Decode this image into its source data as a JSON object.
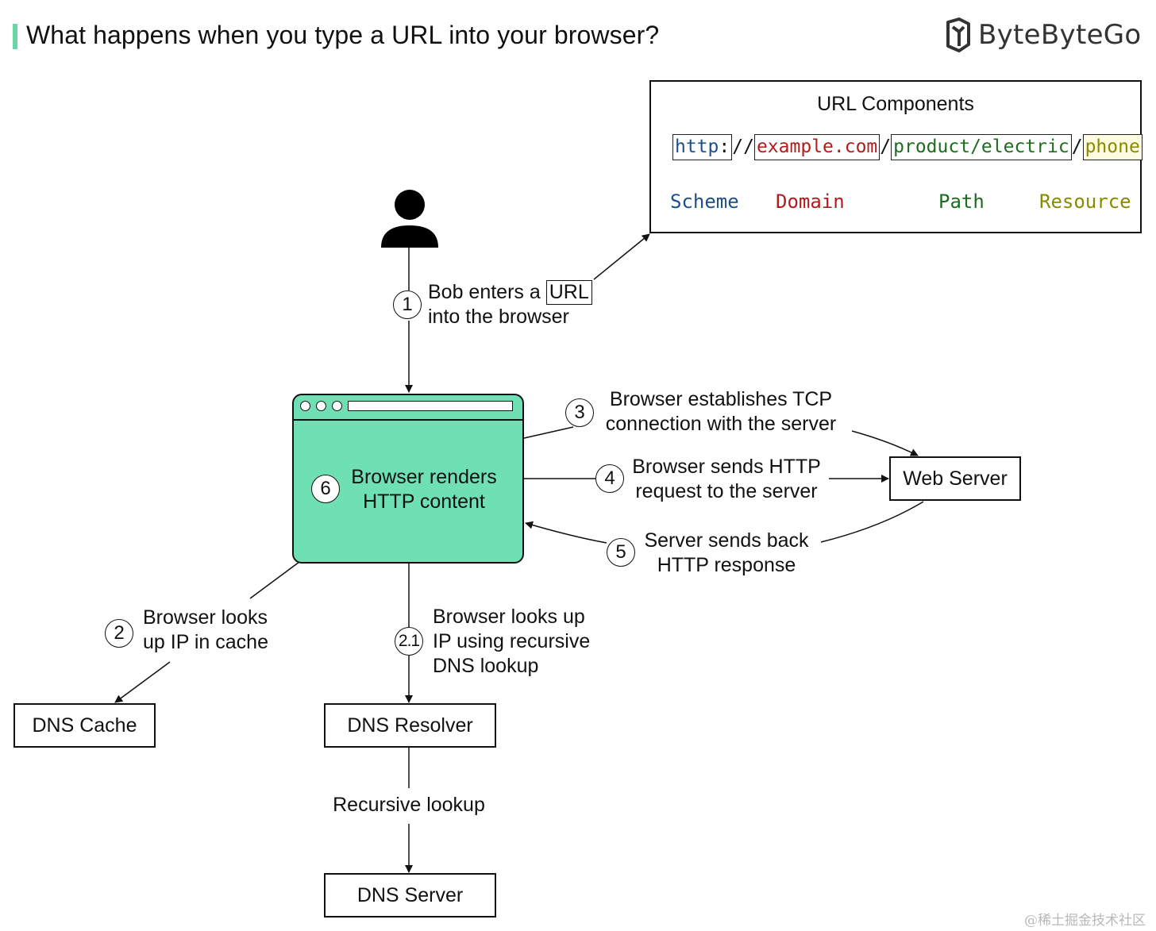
{
  "title": "What happens when you type a URL into your browser?",
  "brand": {
    "name": "ByteByteGo",
    "icon": "bytebytego-logo-icon"
  },
  "colors": {
    "accent": "#6ad6a6",
    "browser_fill": "#6ee0b4",
    "scheme": "#1e4f8c",
    "domain": "#b01c1c",
    "path": "#1f6b1f",
    "resource": "#8a8a00"
  },
  "url_components": {
    "heading": "URL Components",
    "scheme": "http",
    "colon": ":",
    "slashes": "//",
    "domain": "example.com",
    "slash1": "/",
    "path": "product/electric",
    "slash2": "/",
    "resource": "phone",
    "labels": {
      "scheme": "Scheme",
      "domain": "Domain",
      "path": "Path",
      "resource": "Resource"
    }
  },
  "steps": {
    "s1": {
      "num": "1",
      "text_before": "Bob enters a",
      "url_word": "URL",
      "line2": "into the browser"
    },
    "s2": {
      "num": "2",
      "line1": "Browser looks",
      "line2": "up IP in cache"
    },
    "s21": {
      "num": "2.1",
      "line1": "Browser looks up",
      "line2": "IP using recursive",
      "line3": "DNS lookup"
    },
    "s3": {
      "num": "3",
      "line1": "Browser establishes TCP",
      "line2": "connection with the server"
    },
    "s4": {
      "num": "4",
      "line1": "Browser sends HTTP",
      "line2": "request to the server"
    },
    "s5": {
      "num": "5",
      "line1": "Server sends back",
      "line2": "HTTP response"
    },
    "s6": {
      "num": "6",
      "line1": "Browser renders",
      "line2": "HTTP content"
    }
  },
  "boxes": {
    "web_server": "Web Server",
    "dns_cache": "DNS Cache",
    "dns_resolver": "DNS Resolver",
    "dns_server": "DNS Server"
  },
  "recursive_lookup": "Recursive lookup",
  "watermark": "@稀土掘金技术社区"
}
